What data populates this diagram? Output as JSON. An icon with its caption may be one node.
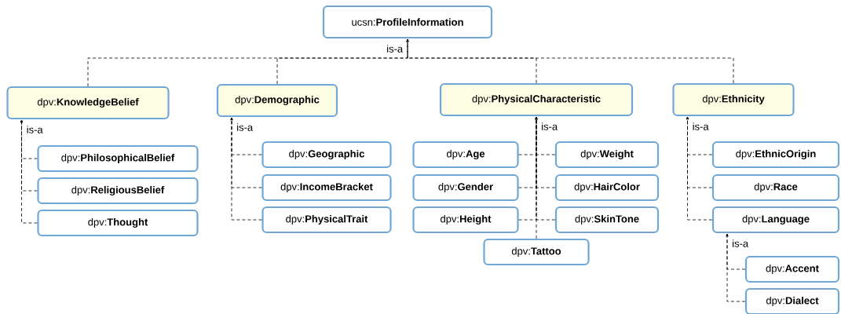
{
  "diagram": {
    "nodes": [
      {
        "text": [
          "ucsn:**ProfileInformation**"
        ]
      },
      {
        "text": [
          "dpv:**KnowledgeBelief**"
        ]
      },
      {
        "text": [
          "dpv:**Demographic**"
        ]
      },
      {
        "text": [
          "dpv:**PhysicalCharacteristic**"
        ]
      },
      {
        "text": [
          "dpv:**Ethnicity**"
        ]
      },
      {
        "text": [
          "dpv:**PhilosophicalBelief**"
        ]
      },
      {
        "text": [
          "dpv:**ReligiousBelief**"
        ]
      },
      {
        "text": [
          "dpv:**Thought**"
        ]
      },
      {
        "text": [
          "dpv:**Geographic**"
        ]
      },
      {
        "text": [
          "dpv:**IncomeBracket**"
        ]
      },
      {
        "text": [
          "dpv:**PhysicalTrait**"
        ]
      },
      {
        "text": [
          "dpv:**Age**"
        ]
      },
      {
        "text": [
          "dpv:**Weight**"
        ]
      },
      {
        "text": [
          "dpv:**Gender**"
        ]
      },
      {
        "text": [
          "dpv:**HairColor**"
        ]
      },
      {
        "text": [
          "dpv:**Height**"
        ]
      },
      {
        "text": [
          "dpv:**SkinTone**"
        ]
      },
      {
        "text": [
          "dpv:**Tattoo**"
        ]
      },
      {
        "text": [
          "dpv:**EthnicOrigin**"
        ]
      },
      {
        "text": [
          "dpv:**Race**"
        ]
      },
      {
        "text": [
          "dpv:**Language**"
        ]
      },
      {
        "text": [
          "dpv:**Accent**"
        ]
      },
      {
        "text": [
          "dpv:**Dialect**"
        ]
      }
    ],
    "edges": [
      {
        "from": 1,
        "to": 0,
        "arrow": "to",
        "style": "dashed",
        "label": "is-a"
      },
      {
        "from": 2,
        "to": 0,
        "arrow": "to",
        "style": "dashed"
      },
      {
        "from": 3,
        "to": 0,
        "arrow": "to",
        "style": "dashed"
      },
      {
        "from": 4,
        "to": 0,
        "arrow": "to",
        "style": "dashed"
      },
      {
        "from": 5,
        "to": 1,
        "arrow": "to",
        "style": "dashed",
        "label": "is-a"
      },
      {
        "from": 6,
        "to": 1,
        "arrow": "to",
        "style": "dashed"
      },
      {
        "from": 7,
        "to": 1,
        "arrow": "to",
        "style": "dashed"
      },
      {
        "from": 8,
        "to": 2,
        "arrow": "to",
        "style": "dashed",
        "label": "is-a"
      },
      {
        "from": 9,
        "to": 2,
        "arrow": "to",
        "style": "dashed"
      },
      {
        "from": 10,
        "to": 2,
        "arrow": "to",
        "style": "dashed"
      },
      {
        "from": 11,
        "to": 3,
        "arrow": "to",
        "style": "dashed",
        "label": "is-a"
      },
      {
        "from": 12,
        "to": 3,
        "arrow": "to",
        "style": "dashed"
      },
      {
        "from": 13,
        "to": 3,
        "arrow": "to",
        "style": "dashed"
      },
      {
        "from": 14,
        "to": 3,
        "arrow": "to",
        "style": "dashed"
      },
      {
        "from": 15,
        "to": 3,
        "arrow": "to",
        "style": "dashed"
      },
      {
        "from": 16,
        "to": 3,
        "arrow": "to",
        "style": "dashed"
      },
      {
        "from": 17,
        "to": 3,
        "arrow": "to",
        "style": "dashed"
      },
      {
        "from": 18,
        "to": 4,
        "arrow": "to",
        "style": "dashed",
        "label": "is-a"
      },
      {
        "from": 19,
        "to": 4,
        "arrow": "to",
        "style": "dashed"
      },
      {
        "from": 20,
        "to": 4,
        "arrow": "to",
        "style": "dashed"
      },
      {
        "from": 21,
        "to": 20,
        "arrow": "to",
        "style": "dashed",
        "label": "is-a"
      },
      {
        "from": 22,
        "to": 20,
        "arrow": "to",
        "style": "dashed"
      }
    ]
  }
}
